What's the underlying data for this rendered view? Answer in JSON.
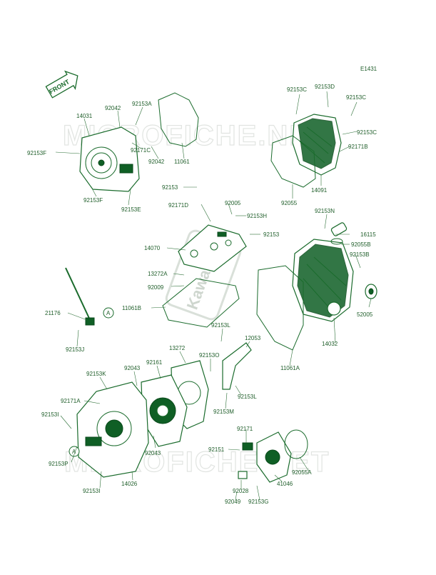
{
  "diagram": {
    "code": "E1431",
    "front_label": "FRONT",
    "watermark_text": "MICROFICHE.NET",
    "logo_text": "Kawasaki",
    "colors": {
      "ink": "#1a6b2c",
      "label": "#1f5e2a",
      "watermark": "#c9cfc9"
    },
    "callouts": [
      "A",
      "A"
    ],
    "labels": [
      "92153C",
      "92153D",
      "92153C",
      "92153C",
      "92171B",
      "14091",
      "92055",
      "14031",
      "92042",
      "92153A",
      "92171C",
      "92042",
      "11061",
      "92153F",
      "92153F",
      "92153E",
      "92153",
      "92005",
      "92171D",
      "92153H",
      "92153",
      "14070",
      "92153N",
      "16115",
      "92055B",
      "92153B",
      "13272A",
      "92009",
      "11061B",
      "52005",
      "14032",
      "21176",
      "92153J",
      "92153L",
      "12053",
      "11061A",
      "13272",
      "92153O",
      "92161",
      "92043",
      "92153K",
      "92171A",
      "92153I",
      "92153P",
      "92153I",
      "92043",
      "14026",
      "92153L",
      "92153M",
      "92171",
      "92151",
      "92028",
      "92049",
      "92153G",
      "41046",
      "92055A"
    ]
  }
}
